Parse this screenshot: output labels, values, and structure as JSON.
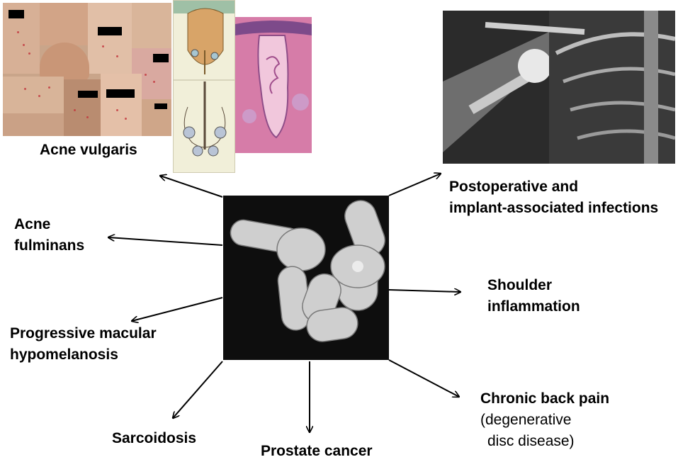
{
  "center": {
    "image_name": "bacteria-sem-image"
  },
  "associations": [
    {
      "id": "acne-vulgaris",
      "lines": [
        "Acne vulgaris"
      ]
    },
    {
      "id": "acne-fulminans",
      "lines": [
        "Acne",
        "fulminans"
      ]
    },
    {
      "id": "progressive-macular-hypomelanosis",
      "lines": [
        "Progressive macular",
        "hypomelanosis"
      ]
    },
    {
      "id": "sarcoidosis",
      "lines": [
        "Sarcoidosis"
      ]
    },
    {
      "id": "prostate-cancer",
      "lines": [
        "Prostate cancer"
      ]
    },
    {
      "id": "chronic-back-pain",
      "lines": [
        "Chronic back pain"
      ],
      "note_lines": [
        "(degenerative",
        "disc disease)"
      ]
    },
    {
      "id": "shoulder-inflammation",
      "lines": [
        "Shoulder",
        "inflammation"
      ]
    },
    {
      "id": "postoperative-infections",
      "lines": [
        "Postoperative and",
        "implant-associated infections"
      ]
    }
  ],
  "colors": {
    "arrow": "#000000",
    "skin": "#c9a58a",
    "histology": "#d67ca8",
    "xray_bone": "#d8d8d8",
    "sem_cell": "#cfcfcf"
  }
}
